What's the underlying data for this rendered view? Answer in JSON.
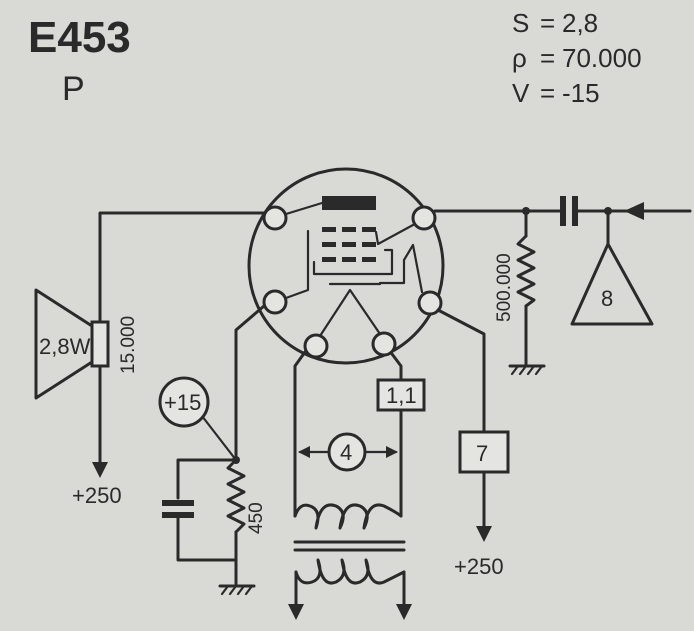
{
  "header": {
    "tube": "E453",
    "type_letter": "P"
  },
  "params": [
    {
      "name": "S",
      "sep": "=",
      "value": "2,8"
    },
    {
      "name": "ρ",
      "sep": "=",
      "value": "70.000"
    },
    {
      "name": "V",
      "sep": "=",
      "value": "-15"
    }
  ],
  "labels": {
    "speaker": "2,8W",
    "speaker_transformer": "15.000",
    "anode_supply": "+250",
    "bias": "+15",
    "cathode_resistor": "450",
    "heater_current": "1,1",
    "heater_voltage": "4",
    "screen_box": "7",
    "screen_supply": "+250",
    "grid_resistor": "500.000",
    "input_stage": "8"
  },
  "colors": {
    "paper": "#d9d9d6",
    "ink": "#2a2a2a"
  }
}
